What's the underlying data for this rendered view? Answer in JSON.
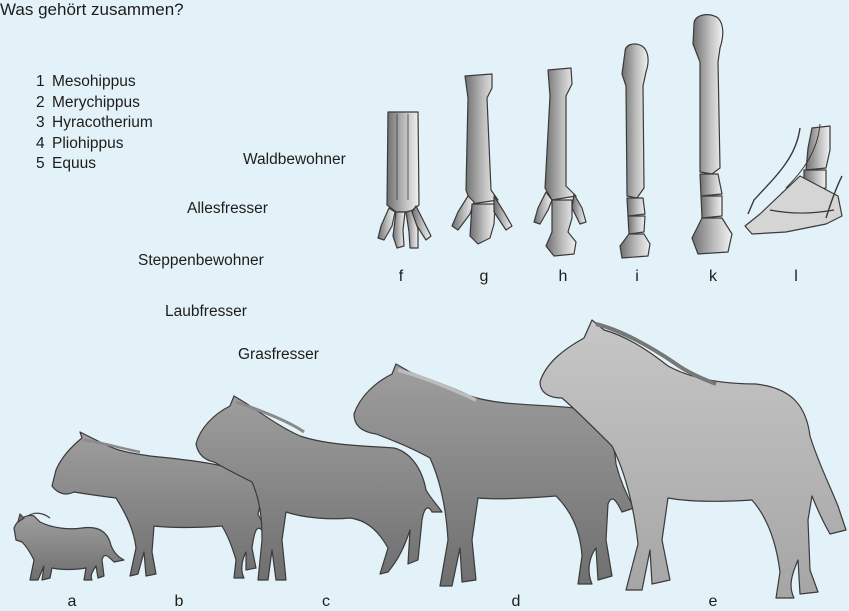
{
  "question": "Was gehört zusammen?",
  "species": [
    {
      "num": "1",
      "name": "Mesohippus"
    },
    {
      "num": "2",
      "name": "Merychippus"
    },
    {
      "num": "3",
      "name": "Hyracotherium"
    },
    {
      "num": "4",
      "name": "Pliohippus"
    },
    {
      "num": "5",
      "name": "Equus"
    }
  ],
  "terms": {
    "waldbewohner": "Waldbewohner",
    "allesfresser": "Allesfresser",
    "steppenbewohner": "Steppenbewohner",
    "laubfresser": "Laubfresser",
    "grasfresser": "Grasfresser"
  },
  "foot_labels": [
    "f",
    "g",
    "h",
    "i",
    "k",
    "l"
  ],
  "horse_labels": [
    "a",
    "b",
    "c",
    "d",
    "e"
  ],
  "colors": {
    "background": "#e3f1f8",
    "bone_dark": "#7b7b7b",
    "bone_light": "#e8e8e8",
    "horse_fill": "#9a9a9a",
    "outline": "#3a3a3a"
  }
}
